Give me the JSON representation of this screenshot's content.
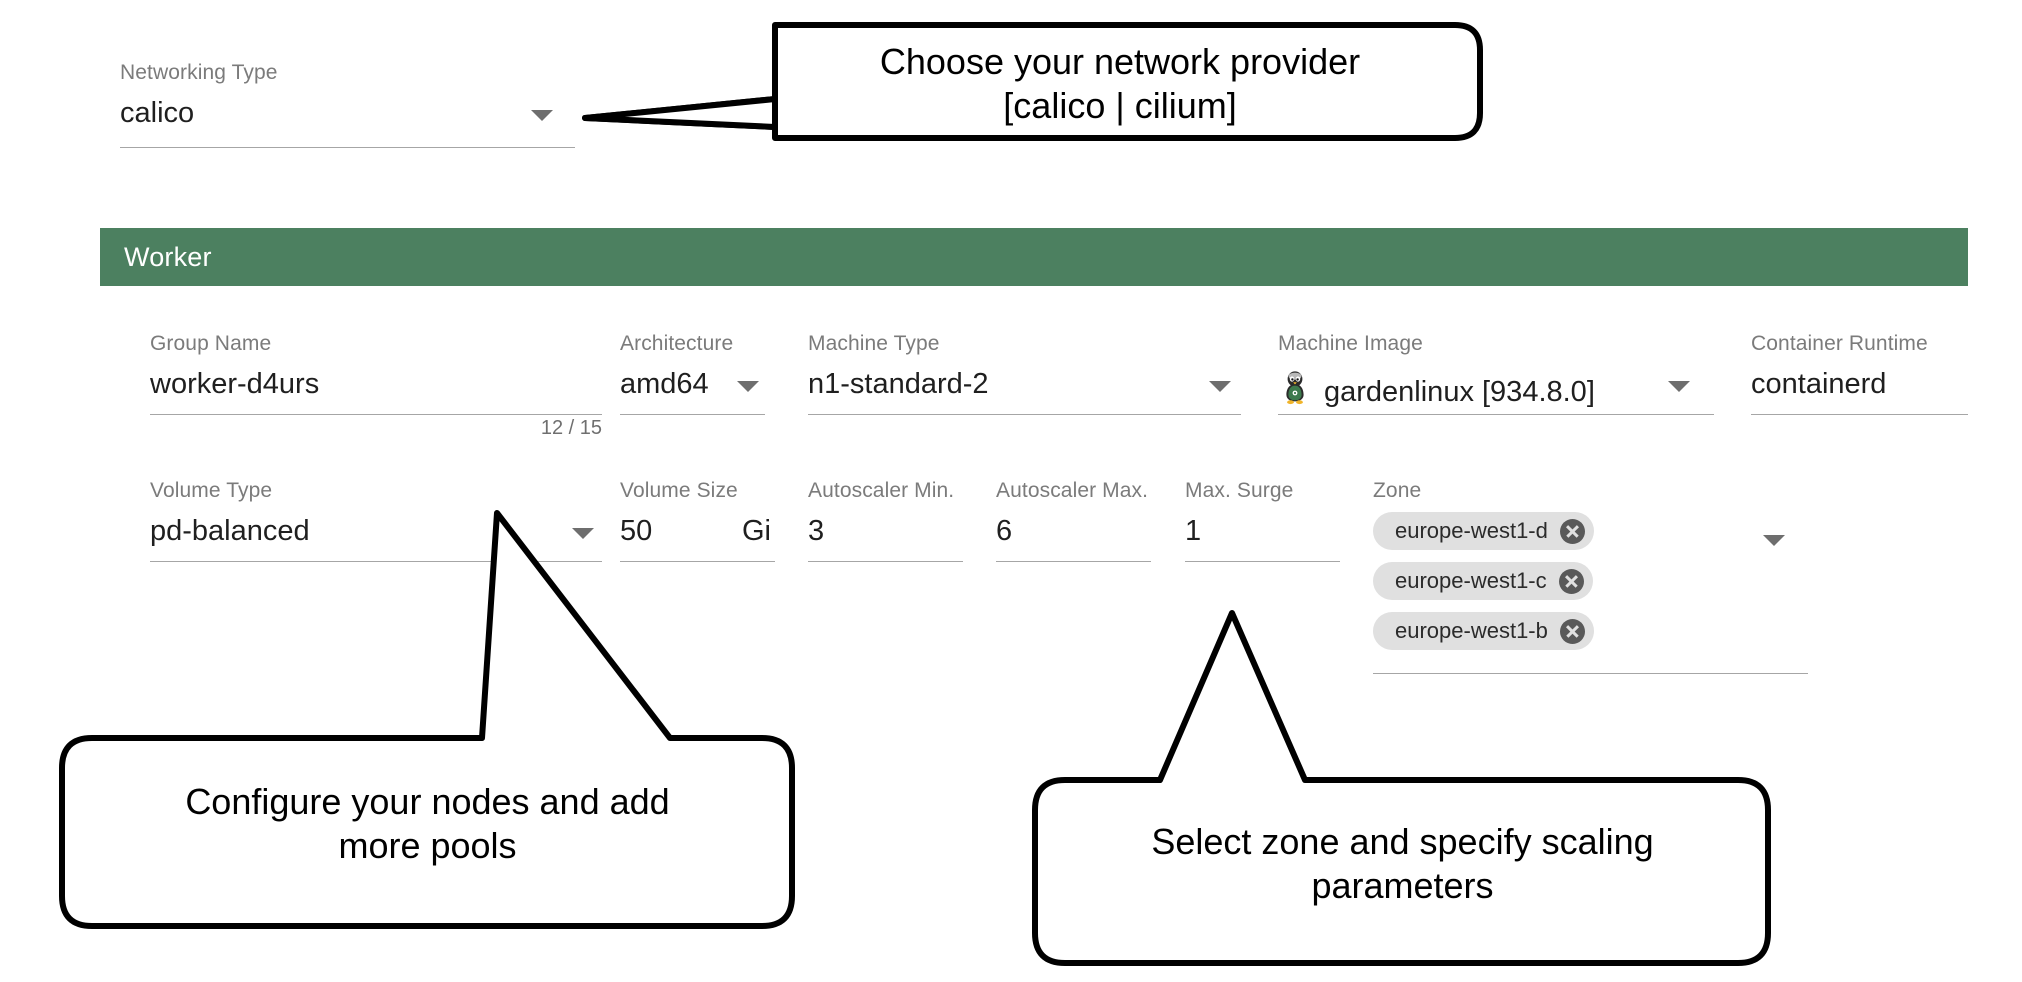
{
  "networking": {
    "label": "Networking Type",
    "value": "calico",
    "caret_icon": "chevron-down-icon"
  },
  "worker": {
    "header_title": "Worker",
    "header_color": "#4c8060",
    "fields": {
      "group_name": {
        "label": "Group Name",
        "value": "worker-d4urs",
        "counter": "12 / 15"
      },
      "architecture": {
        "label": "Architecture",
        "value": "amd64"
      },
      "machine_type": {
        "label": "Machine Type",
        "value": "n1-standard-2"
      },
      "machine_image": {
        "label": "Machine Image",
        "value": "gardenlinux [934.8.0]",
        "icon": "gardenlinux-penguin-icon"
      },
      "container_runtime": {
        "label": "Container Runtime",
        "value": "containerd"
      },
      "volume_type": {
        "label": "Volume Type",
        "value": "pd-balanced"
      },
      "volume_size": {
        "label": "Volume Size",
        "value": "50",
        "unit": "Gi"
      },
      "autoscaler_min": {
        "label": "Autoscaler Min.",
        "value": "3"
      },
      "autoscaler_max": {
        "label": "Autoscaler Max.",
        "value": "6"
      },
      "max_surge": {
        "label": "Max. Surge",
        "value": "1"
      },
      "zone": {
        "label": "Zone",
        "chips": [
          {
            "label": "europe-west1-d",
            "remove_icon": "close-circle-icon"
          },
          {
            "label": "europe-west1-c",
            "remove_icon": "close-circle-icon"
          },
          {
            "label": "europe-west1-b",
            "remove_icon": "close-circle-icon"
          }
        ]
      }
    }
  },
  "callouts": {
    "network": "Choose your network provider\n[calico | cilium]",
    "nodes": "Configure your nodes and add\nmore pools",
    "zone": "Select zone and specify scaling\nparameters"
  }
}
